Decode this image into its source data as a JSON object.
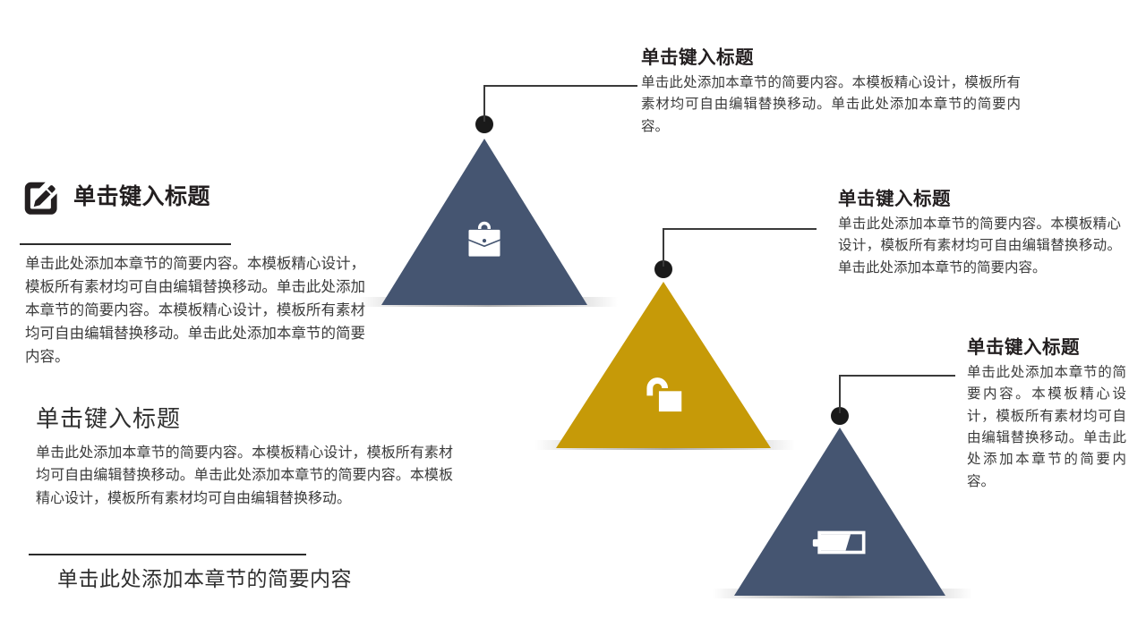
{
  "slide": {
    "background": "#ffffff",
    "accent_slate": "#455571",
    "accent_gold": "#c69a08",
    "text_dark": "#231f20",
    "body_gray": "#3b3b3b"
  },
  "left": {
    "block1": {
      "icon": "edit-pencil-icon",
      "title": "单击键入标题",
      "body": "单击此处添加本章节的简要内容。本模板精心设计，模板所有素材均可自由编辑替换移动。单击此处添加本章节的简要内容。本模板精心设计，模板所有素材均可自由编辑替换移动。单击此处添加本章节的简要内容。"
    },
    "block2": {
      "title": "单击键入标题",
      "body": "单击此处添加本章节的简要内容。本模板精心设计，模板所有素材均可自由编辑替换移动。单击此处添加本章节的简要内容。本模板精心设计，模板所有素材均可自由编辑替换移动。",
      "footer": "单击此处添加本章节的简要内容"
    }
  },
  "triangles": [
    {
      "id": "triangle-briefcase",
      "icon": "briefcase-icon",
      "color": "#455571"
    },
    {
      "id": "triangle-unlock",
      "icon": "unlock-padlock-icon",
      "color": "#c69a08"
    },
    {
      "id": "triangle-battery",
      "icon": "battery-icon",
      "color": "#455571"
    }
  ],
  "callouts": [
    {
      "id": "callout-1",
      "title": "单击键入标题",
      "body": "单击此处添加本章节的简要内容。本模板精心设计，模板所有素材均可自由编辑替换移动。单击此处添加本章节的简要内容。"
    },
    {
      "id": "callout-2",
      "title": "单击键入标题",
      "body": "单击此处添加本章节的简要内容。本模板精心设计，模板所有素材均可自由编辑替换移动。单击此处添加本章节的简要内容。"
    },
    {
      "id": "callout-3",
      "title": "单击键入标题",
      "body": "单击此处添加本章节的简要内容。本模板精心设计，模板所有素材均可自由编辑替换移动。单击此处添加本章节的简要内容。"
    }
  ]
}
